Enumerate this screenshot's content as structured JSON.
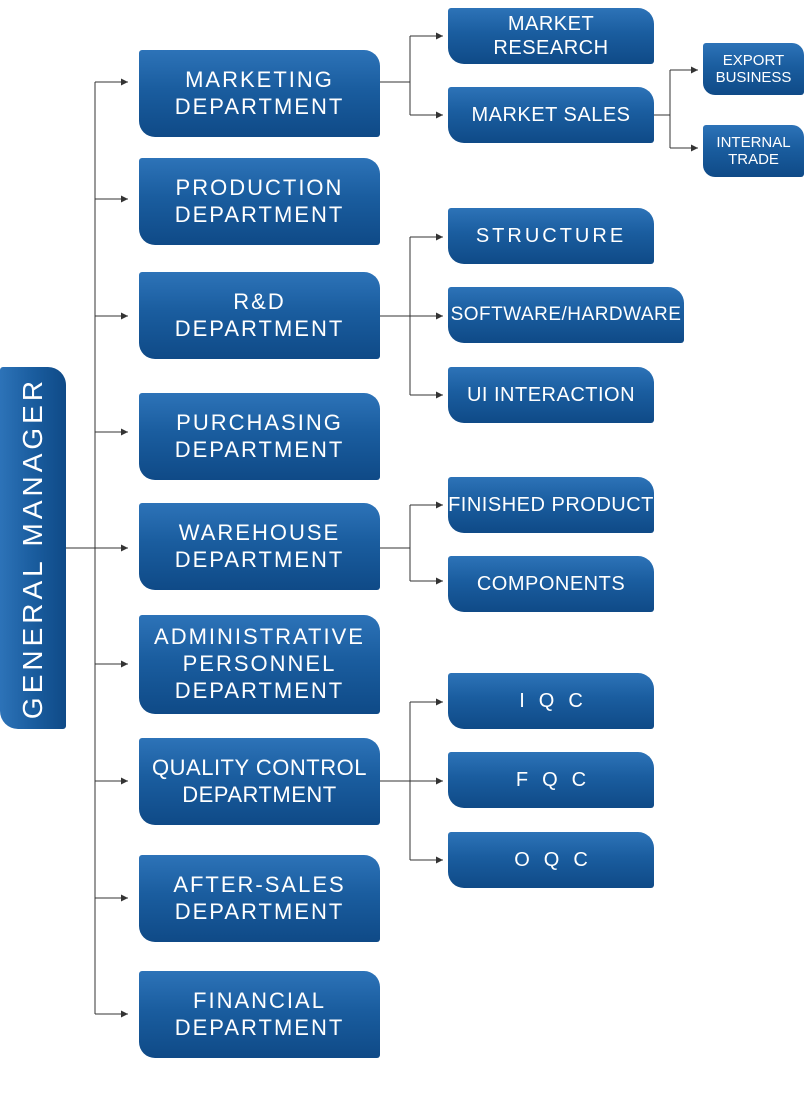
{
  "root": {
    "label": "GENERAL MANAGER"
  },
  "departments": [
    {
      "label": "MARKETING\nDEPARTMENT",
      "children": [
        {
          "label": "MARKET RESEARCH",
          "children": []
        },
        {
          "label": "MARKET SALES",
          "children": [
            {
              "label": "EXPORT\nBUSINESS"
            },
            {
              "label": "INTERNAL\nTRADE"
            }
          ]
        }
      ]
    },
    {
      "label": "PRODUCTION\nDEPARTMENT",
      "children": []
    },
    {
      "label": "R&D\nDEPARTMENT",
      "children": [
        {
          "label": "STRUCTURE",
          "children": []
        },
        {
          "label": "SOFTWARE/HARDWARE",
          "children": []
        },
        {
          "label": "UI INTERACTION",
          "children": []
        }
      ]
    },
    {
      "label": "PURCHASING\nDEPARTMENT",
      "children": []
    },
    {
      "label": "WAREHOUSE\nDEPARTMENT",
      "children": [
        {
          "label": "FINISHED PRODUCT",
          "children": []
        },
        {
          "label": "COMPONENTS",
          "children": []
        }
      ]
    },
    {
      "label": "ADMINISTRATIVE\nPERSONNEL\nDEPARTMENT",
      "children": []
    },
    {
      "label": "QUALITY CONTROL\nDEPARTMENT",
      "children": [
        {
          "label": "IQC",
          "children": []
        },
        {
          "label": "FQC",
          "children": []
        },
        {
          "label": "OQC",
          "children": []
        }
      ]
    },
    {
      "label": "AFTER-SALES\nDEPARTMENT",
      "children": []
    },
    {
      "label": "FINANCIAL\nDEPARTMENT",
      "children": []
    }
  ],
  "colors": {
    "box": "#1a5d9f",
    "line": "#333333",
    "text": "#ffffff"
  }
}
